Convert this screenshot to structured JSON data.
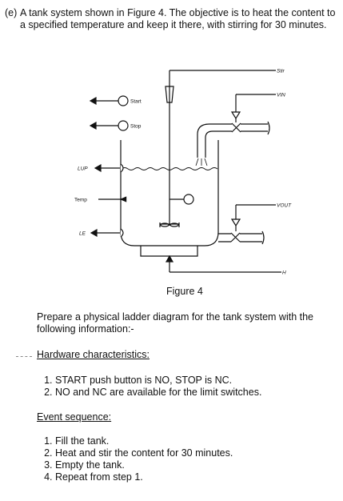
{
  "question": {
    "part_label": "(e)",
    "intro": "A tank system shown in Figure 4. The objective is to heat the content to a specified temperature and keep it there, with stirring for 30 minutes.",
    "prompt": "Prepare a physical ladder diagram for the tank system with the following information:-"
  },
  "figure": {
    "caption": "Figure 4",
    "labels": {
      "start": "Start",
      "stop": "Stop",
      "lup": "LUP",
      "temp": "Temp",
      "le": "LE",
      "stir": "Stir",
      "vin": "VIN",
      "vout": "VOUT",
      "h": "H"
    }
  },
  "hardware": {
    "heading": "Hardware characteristics:",
    "items": [
      "START push button is NO, STOP is NC.",
      "NO and NC are available for the limit switches."
    ]
  },
  "events": {
    "heading": "Event sequence:",
    "items": [
      "Fill the tank.",
      "Heat and stir the content for 30 minutes.",
      "Empty the tank.",
      "Repeat from step 1."
    ]
  }
}
